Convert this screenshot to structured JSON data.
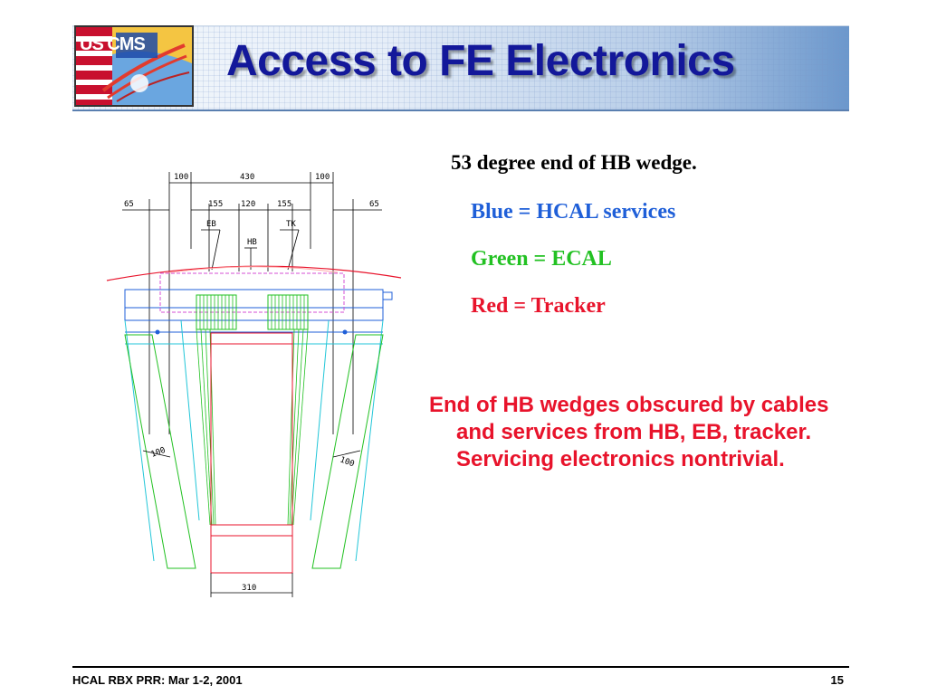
{
  "header": {
    "title": "Access to FE Electronics",
    "logo_text": "US CMS"
  },
  "drawing": {
    "dims": {
      "left_top": "100",
      "center_top": "430",
      "right_top": "100",
      "left_side": "65",
      "inner_left": "155",
      "center": "120",
      "inner_right": "155",
      "right_side": "65",
      "left_diag": "100",
      "right_diag": "100",
      "bottom": "310"
    },
    "labels": {
      "eb": "EB",
      "hb": "HB",
      "tk": "TK"
    },
    "colors": {
      "blue": "#1f5fd8",
      "green": "#22c122",
      "red": "#e8132b",
      "cyan": "#22c6d8",
      "magenta": "#d64fd6"
    }
  },
  "notes": {
    "heading": "53 degree end of HB wedge.",
    "blue": "Blue = HCAL services",
    "green": "Green = ECAL",
    "red": "Red = Tracker"
  },
  "body": {
    "text": "End of HB wedges obscured by cables and services from HB, EB, tracker.  Servicing electronics nontrivial."
  },
  "footer": {
    "left": "HCAL RBX PRR:  Mar 1-2, 2001",
    "page": "15"
  }
}
